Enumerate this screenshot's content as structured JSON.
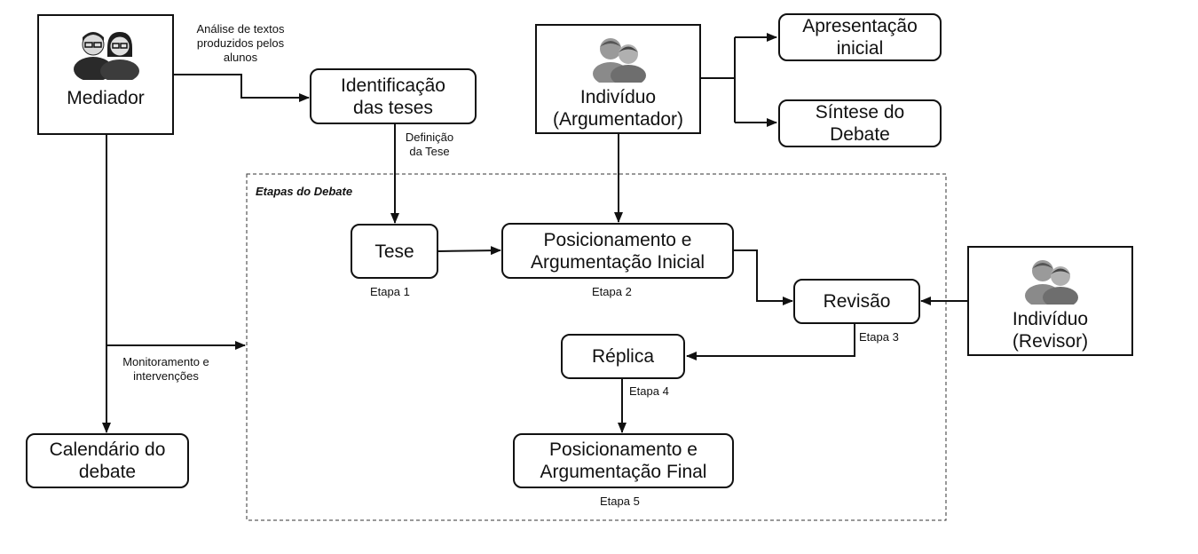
{
  "nodes": {
    "mediador": "Mediador",
    "identificacao": [
      "Identificação",
      "das teses"
    ],
    "argumentador": [
      "Indivíduo",
      "(Argumentador)"
    ],
    "apresentacao": [
      "Apresentação",
      "inicial"
    ],
    "sintese": [
      "Síntese do",
      "Debate"
    ],
    "tese": "Tese",
    "posicionamento_inicial": [
      "Posicionamento e",
      "Argumentação Inicial"
    ],
    "revisao": "Revisão",
    "revisor": [
      "Indivíduo",
      "(Revisor)"
    ],
    "replica": "Réplica",
    "posicionamento_final": [
      "Posicionamento e",
      "Argumentação Final"
    ],
    "calendario": [
      "Calendário do",
      "debate"
    ]
  },
  "edge_labels": {
    "analise": [
      "Análise de textos",
      "produzidos pelos",
      "alunos"
    ],
    "definicao": [
      "Definição",
      "da Tese"
    ],
    "monitoramento": [
      "Monitoramento e",
      "intervenções"
    ]
  },
  "group": {
    "title": "Etapas do Debate"
  },
  "stages": {
    "etapa1": "Etapa 1",
    "etapa2": "Etapa 2",
    "etapa3": "Etapa 3",
    "etapa4": "Etapa 4",
    "etapa5": "Etapa 5"
  },
  "icons": {
    "mediador": "mediator-people-icon",
    "argumentador": "people-icon",
    "revisor": "people-icon"
  }
}
